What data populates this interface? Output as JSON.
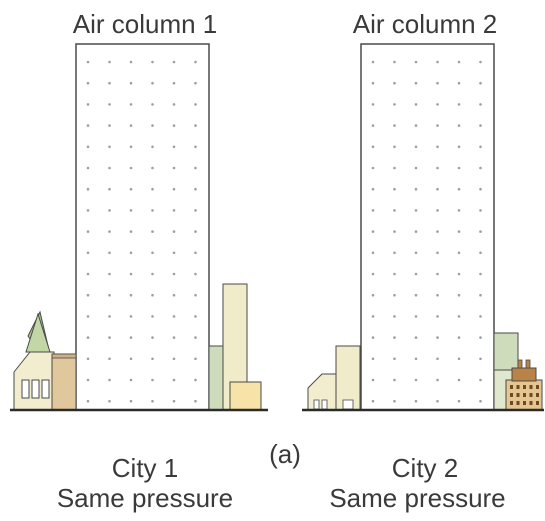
{
  "column1": {
    "title": "Air column 1",
    "city": "City 1",
    "pressure": "Same pressure"
  },
  "column2": {
    "title": "Air column 2",
    "city": "City 2",
    "pressure": "Same pressure"
  },
  "panel_label": "(a)",
  "colors": {
    "column_border": "#4a4a4a",
    "dots": "#9aa0a0",
    "ground": "#2b2b2b",
    "building_green": "#cfdcbc",
    "building_cream": "#f0ebc8",
    "building_tan": "#e6c690",
    "building_brown": "#b98347",
    "steeple_green": "#a8c48a"
  }
}
